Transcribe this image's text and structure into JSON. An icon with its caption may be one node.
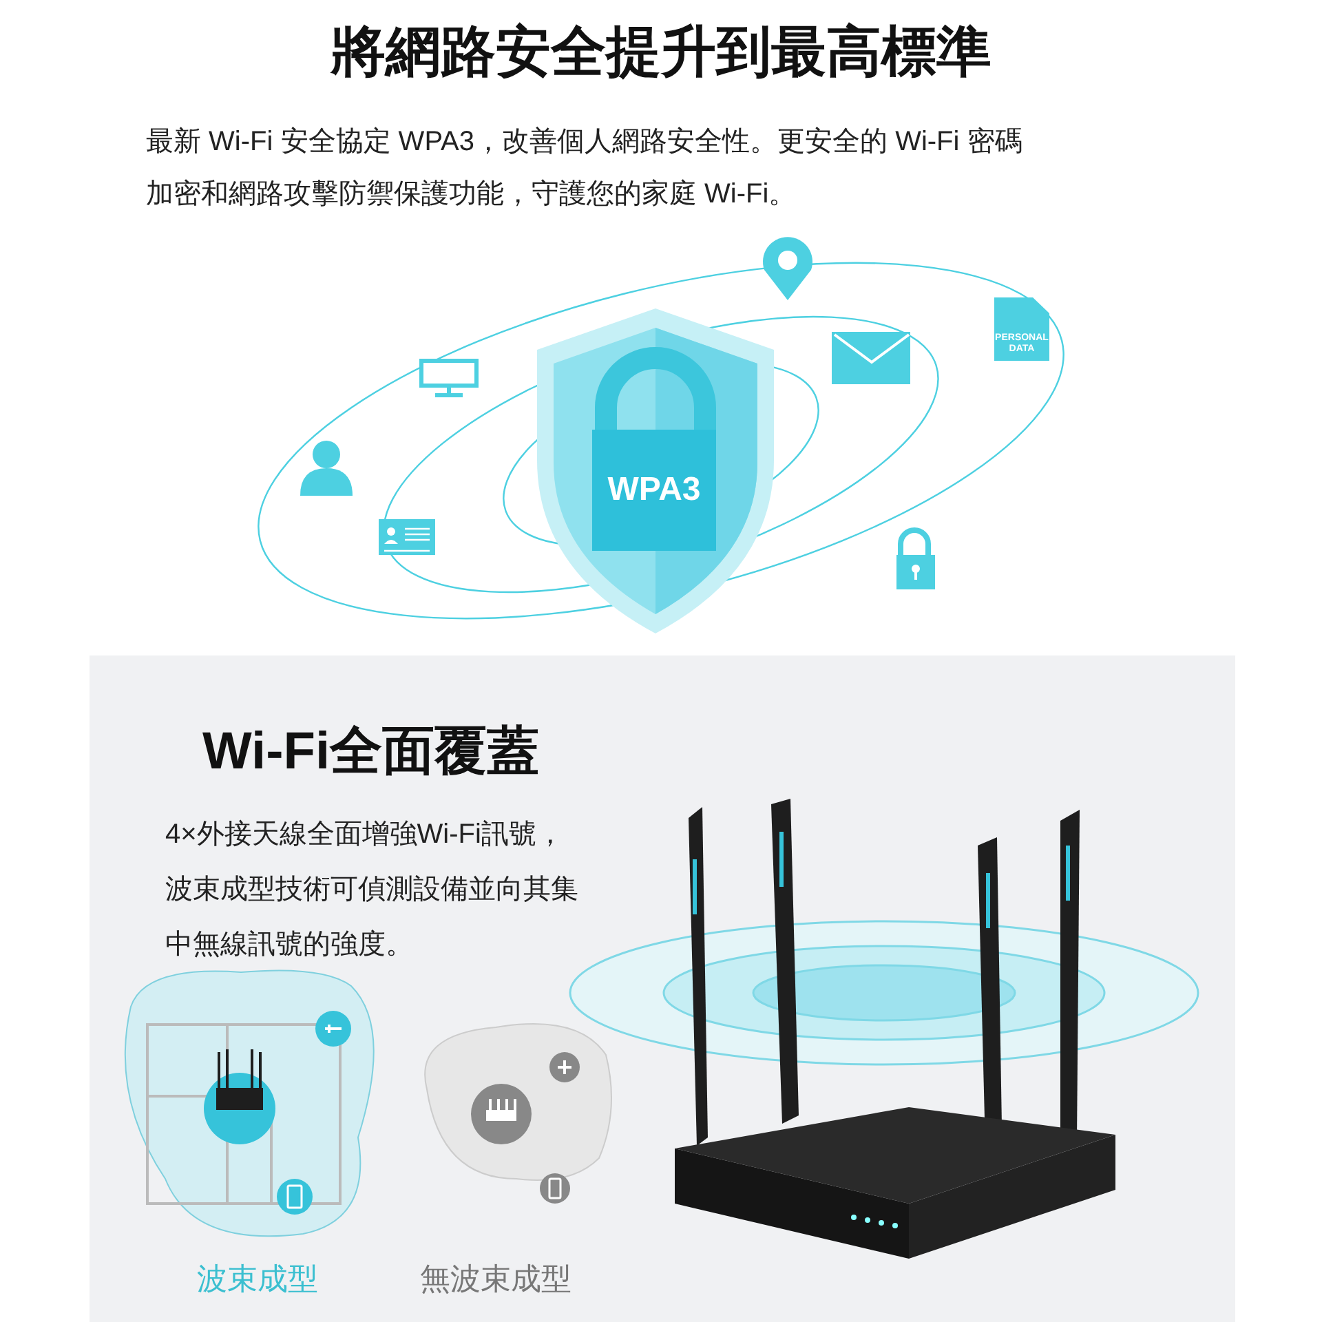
{
  "diagram": {
    "title": "將網路安全提升到最高標準",
    "nodes": [
      {
        "text": [
          "WPA3"
        ]
      },
      {
        "text": [
          "PERSONAL DATA"
        ]
      }
    ],
    "labels": [
      "最新 Wi-Fi 安全協定 WPA3，改善個人網路安全性。更安全的 Wi-Fi 密碼加密和網路攻擊防禦保護功能，守護您的家庭 Wi-Fi。",
      "Wi-Fi全面覆蓋",
      "4×外接天線全面增強Wi-Fi訊號，波束成型技術可偵測設備並向其集中無線訊號的強度。",
      "波束成型",
      "無波束成型"
    ]
  }
}
